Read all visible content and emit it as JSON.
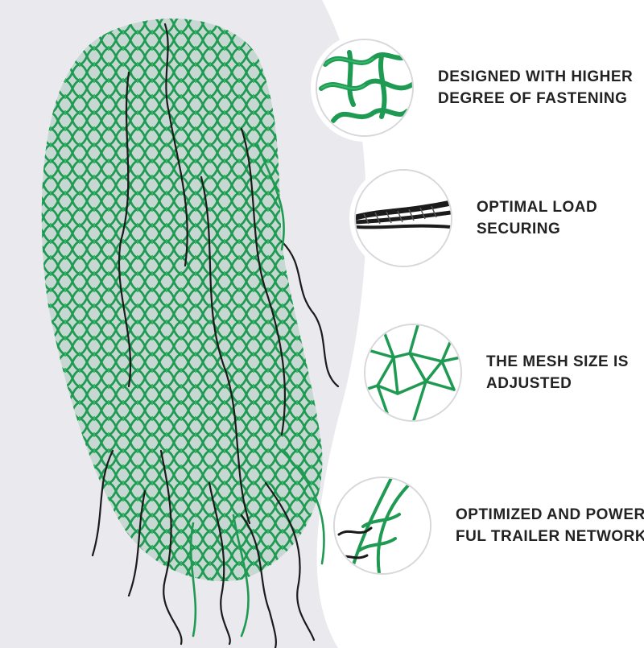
{
  "colors": {
    "background": "#ffffff",
    "panel": "#e9e9ee",
    "net_green": "#1f9a52",
    "net_green_light": "#35b86a",
    "rope_black": "#1b1b1b",
    "caption_text": "#222222",
    "circle_border": "#d8d8dc"
  },
  "features": [
    {
      "icon": "green-rope-detail-icon",
      "lines": [
        "DESIGNED WITH HIGHER",
        "DEGREE OF FASTENING"
      ]
    },
    {
      "icon": "black-rope-detail-icon",
      "lines": [
        "OPTIMAL LOAD",
        "SECURING"
      ]
    },
    {
      "icon": "mesh-detail-icon",
      "lines": [
        "THE MESH SIZE IS",
        "ADJUSTED"
      ]
    },
    {
      "icon": "net-closeup-icon",
      "lines": [
        "OPTIMIZED AND POWER-",
        "FUL TRAILER NETWORK"
      ]
    }
  ]
}
